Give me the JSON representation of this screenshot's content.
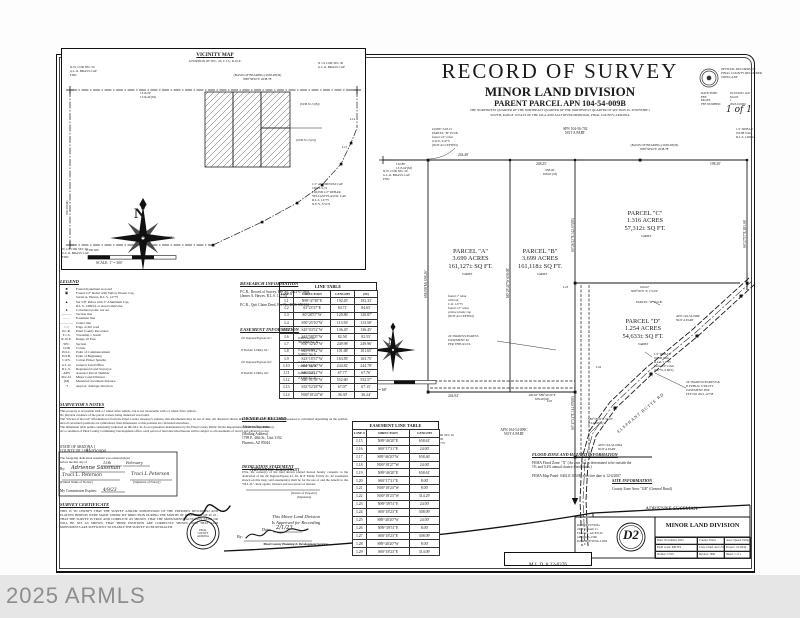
{
  "colors": {
    "ink": "#1a1a1a",
    "paper": "#ffffff",
    "watermark_gray": "#8d8d8d"
  },
  "watermark": "2025 ARMLS",
  "header": {
    "title": "RECORD OF SURVEY",
    "subtitle": "MINOR LAND DIVISION",
    "parent_parcel": "PARENT PARCEL APN 104-54-009B",
    "legal1": "THE NORTHWEST QUARTER OF THE NORTHEAST QUARTER OF THE NORTHWEST QUARTER OF SECTION 26, TOWNSHIP 1",
    "legal2": "SOUTH, RANGE 10 EAST OF THE GILA AND SALT RIVER MERIDIAN, PINAL COUNTY, ARIZONA"
  },
  "stamp": {
    "org": "OFFICIAL RECORDS OF\nPINAL COUNTY RECORDER\nTONI LANE",
    "rows": [
      [
        "DATE/TIME:",
        "02/03/2023 1447"
      ],
      [
        "FEE:",
        "$24.00"
      ],
      [
        "PAGES:",
        "1"
      ],
      [
        "FEE NUMBER:",
        "2023-011892"
      ]
    ],
    "handwritten": "1 of 1"
  },
  "vicinity": {
    "title": "VICINITY MAP",
    "subtitle": "A PORTION OF SEC. 26, T.1.S., R.10.E.",
    "north_letter": "N",
    "scale_ticks": "0        300       600",
    "scale": "SCALE: 1\" = 300'",
    "labels": {
      "nw_cor": "N.W. COR SEC 26\nG.L.O. BRASS CAP\nFND",
      "basis": "(BASIS OF BEARING)  2638.48'(M)\nN89°58'26\"E   2638.78'",
      "n_quarter": "N 1/4 COR SEC 26\nG.L.O. BRASS CAP",
      "dim_top": "1316.20'\n1316.44'(M)",
      "sub_b": "(SUB 32-3 (B))",
      "sub_d": "(SUB 32-3 (D))",
      "dim_bottom": "1316.20'   S89°54'14\"W   1316.44'(M)",
      "w_cor": "W 1/4 COR SEC 26\nG.L.O. BRASS CAP\nFND",
      "alum_cap": "1.5\" ALUMINUM CAP\nCRE-LS-72\nFOUND 1/2\" REBAR\nYELLOW PLASTIC CAP\nR.L.S. 12775\nN.E.'S, S.W.'S",
      "l14": "L14",
      "l13": "L13",
      "rot_left": "660.30'(M)"
    }
  },
  "map": {
    "north_letter": "N",
    "scale": "SCALE:  1\" = 60'",
    "scale_ticks": "0      60     120",
    "labels": {
      "apn_top": "APN 104-56-702\nNOT A PART",
      "nw_cor": "N.W. COR SEC 26\nG.L.O. BRASS CAP\nFND",
      "dim_130": "130.88'\n1313.62'(M)",
      "pob_b": "#16587 24.8.15\nPARCEL \"B\" P.O.B.\nfound 1/2\" rebar\n0.31'E, 0.47'S\n(NOT ACCEPTED)",
      "basis": "(BASIS OF BEARING)  2638.48'(M)\nN89°58'26\"E  2638.78'",
      "rebar_ne": "1/2\" REBAR\nWITH TAG\nR.L.S. 14891A",
      "dim_24448": "244.48'",
      "dim_24825": "248.25'",
      "dim_658": "658.46'\n658.61'(M)",
      "dim_19820": "198.20'",
      "parcel_a": "PARCEL \"A\"\n3.699 ACRES\n161,127± SQ FT.",
      "parcel_b": "PARCEL \"B\"\n3.699 ACRES\n161,118± SQ FT.",
      "parcel_c": "PARCEL \"C\"\n1.316 ACRES\n57,312± SQ FT.",
      "parcel_d": "PARCEL \"D\"\n1.254 ACRES\n54,633± SQ FT.",
      "varies": "VARIES",
      "apn_009e": "APN 104-54-009E\nNOT A PART",
      "apn_009c": "APN 104-54-009C\nNOT A PART",
      "apn_009a": "APN 104-54-009A\nNOT A PART",
      "pob_d": "PARCEL \"D\" P.O.B.",
      "dim_174": "166.02'\nN89°39'51\"E  174.02'",
      "ease_fee": "24' INGRESS/EGRESS &\n8' PUBLIC UTILITY\nEASEMENT PER\nFEE NO 2021-12758",
      "ease2": "24' INGRESS/EGRESS\nEASEMENT #2\nPER THIS R.O.S.",
      "road": "ELEPHANT BUTTE RD",
      "mon_cluster": "found 1\" rebar\nwith tag\nC.O. 12775\nfound 1.5\" rebar\nyellow plastic cap\n(NOT ACCEPTED)",
      "mon_d": "1/2\" REBAR\nWITH TAG\nR.L.S. 12775\n(bent 1/2\" rebar\n0.47'W, 0.86'S)",
      "w_cor": "W 1/4 COR SEC 26\nC.P.S. FND\nR.L.S. 12775",
      "dim_24494": "244.94'",
      "dim_40002": "400.02'   N89°46'20\"E\n658.46'(M)",
      "rot_a": "658.08'(M)  658.26'",
      "rot_ab": "N0°25'40\"W  658.08'",
      "rot_bc": "S0°26'43\"E  342.03'(M)",
      "rot_bd": "S0°17'31\"E  314.09'(M)",
      "rot_right": "S0°27'57\"E  283.06'",
      "tie": "S89°58'32\"E  50.03'\n(124.09'(M))",
      "l23": "L23",
      "l24": "L24",
      "l25": "L25"
    }
  },
  "line_table": {
    "title": "LINE TABLE",
    "rows": [
      [
        "LINE #",
        "DIRECTION",
        "LENGTH",
        "(M)"
      ],
      [
        "L1",
        "N89°47'49\"E",
        "192.45'",
        "192.33'"
      ],
      [
        "L2",
        "S3°23'57\"E",
        "84.71'",
        "84.65'"
      ],
      [
        "L3",
        "S0°28'57\"W",
        "120.86'",
        "120.87'"
      ],
      [
        "L4",
        "S50°25'10\"W",
        "113.56'",
        "113.58'"
      ],
      [
        "L5",
        "S45°03'52\"W",
        "136.45'",
        "136.45'"
      ],
      [
        "L6",
        "S44°58'05\"W",
        "82.56'",
        "82.55'"
      ],
      [
        "L7",
        "S50°52'20\"W",
        "249.98'",
        "249.96'"
      ],
      [
        "L8",
        "S43°19'32\"W",
        "101.68'",
        "101.65'"
      ],
      [
        "L9",
        "S23°18'37\"W",
        "163.83'",
        "163.75'"
      ],
      [
        "L10",
        "S54°56'00\"W",
        "244.82'",
        "244.78'"
      ],
      [
        "L11",
        "S46°52'12\"W",
        "67.77'",
        "67.76'"
      ],
      [
        "L12",
        "S46°01'58\"W",
        "552.60'",
        "552.57'"
      ],
      [
        "L13",
        "S33°52'28\"W",
        "67.07'",
        "67.15'"
      ],
      [
        "L14",
        "N00°18'24\"W",
        "36.30'",
        "36.24'"
      ]
    ]
  },
  "easement_table": {
    "title": "EASEMENT LINE TABLE",
    "rows": [
      [
        "LINE #",
        "DIRECTION",
        "LENGTH"
      ],
      [
        "L15",
        "N89°46'20\"E",
        "658.61'"
      ],
      [
        "L16",
        "S00°17'31\"E",
        "24.00'"
      ],
      [
        "L17",
        "S89°46'20\"W",
        "658.46'"
      ],
      [
        "L18",
        "N00°18'27\"W",
        "24.00'"
      ],
      [
        "L19",
        "N89°46'20\"E",
        "658.61'"
      ],
      [
        "L20",
        "S00°17'31\"E",
        "8.00'"
      ],
      [
        "L21",
        "N00°18'24\"W",
        "8.00'"
      ],
      [
        "L22",
        "N00°18'23\"W",
        "314.29'"
      ],
      [
        "L23",
        "N89°39'51\"E",
        "24.00'"
      ],
      [
        "L24",
        "S00°18'23\"E",
        "308.09'"
      ],
      [
        "L25",
        "S89°40'20\"W",
        "24.00'"
      ],
      [
        "L26",
        "N89°39'51\"E",
        "8.00'"
      ],
      [
        "L27",
        "S00°18'23\"E",
        "308.09'"
      ],
      [
        "L28",
        "S89°40'20\"W",
        "8.00'"
      ],
      [
        "L29",
        "S00°18'23\"E",
        "314.09'"
      ]
    ]
  },
  "legend": {
    "title": "LEGEND",
    "rows": [
      [
        "■",
        "Found monument as noted"
      ],
      [
        "▣",
        "Found 1/2\" Rebar with Yellow Plastic Cap,\nGlenn A. Hawes, R.L.S. 12775"
      ],
      [
        "▲",
        "Set 5/8\" Rebar with 2\" Aluminum Cap,\nR.L.S. 14891A or noted otherwise"
      ],
      [
        "●",
        "Calculated point, not set"
      ],
      [
        "———",
        "Section line"
      ],
      [
        "– – –",
        "Easement line"
      ],
      [
        "—·—·—",
        "Center line"
      ],
      [
        "~~~",
        "Edge of dirt road"
      ],
      [
        "P.C.R.",
        "Pinal County Recorders"
      ],
      [
        "T.1.S.",
        "Township 1 South"
      ],
      [
        "R.10.E.",
        "Range 10 East"
      ],
      [
        "SEC",
        "Section"
      ],
      [
        "COR",
        "Corner"
      ],
      [
        "P.O.C.",
        "Point of Commencement"
      ],
      [
        "P.O.B.",
        "Point of Beginning"
      ],
      [
        "C.P.S.",
        "Cotton Picker Spindle"
      ],
      [
        "G.L.O.",
        "General Land Office"
      ],
      [
        "R.L.S.",
        "Registered Land Surveyor"
      ],
      [
        "APN",
        "Assessor Parcel Number"
      ],
      [
        "M.L.D.",
        "Minor Land Division"
      ],
      [
        "(M)",
        "Measured document distance"
      ],
      [
        "⇢",
        "Approx. drainage direction"
      ]
    ]
  },
  "research": {
    "title": "RESEARCH INFORMATION",
    "item1": "P.C.R., Record of Survey, Fee No. 2022-073664,\n(James A. Hawes, R.L.S. 12775)",
    "item2": "P.C.R., Quit Claim Deed, Fee No. 2016-050134"
  },
  "easement_info": {
    "title": "EASEMENT INFORMATION",
    "rows": [
      [
        "24' Ingress/Egress #1:",
        "0.905 Acres\n39,406± Sq. ft"
      ],
      [
        "8' Public Utility #1:",
        "0.121 Acres\n5,280± Sq. ft"
      ],
      [
        "24' Ingress/Egress #2:",
        "0.173 Acres\n7,536± Sq. ft"
      ],
      [
        "8' Public Utility #2:",
        "0.056 Acres\n2,449± Sq. ft"
      ]
    ]
  },
  "notes": {
    "title": "SURVEYOR'S NOTES",
    "body": "This property is accessible with a 2 wheel drive vehicle, but is not traversable with a 2 wheel drive vehicle.\nNo physical evidence of the parcel corners being disturbed was found.\nThe \"Owner of Record\" information is from the Pinal County Assessor's website; this information may be out of date. All distances shown that are out of record file are either measured or calculated depending on the symbol, and all calculated positions are symbolized, then dimensions to this position are calculated elsewhere.\nThe dimension table points consistently indicated on this M.L.D. do not guarantee maintenance by the Pinal County Public Works Department, (Pinal County, Arizona).\nAs a condition of Pinal County Community Development office, each parcel of land described hereon will be subject to all easements of record and physical access."
  },
  "notary": {
    "state": "STATE OF ARIZONA     }\nCOUNTY OF                 } SS",
    "county_hand": "Maricopa",
    "body": "The foregoing dedication easement was acknowledged\nbefore me this          day of",
    "day_hand": "13th",
    "month_hand": "February",
    "by_label": "By:",
    "by_hand": "Adrienne Sussman",
    "printed_hand": "Traci L. Peterson",
    "printed_label": "(Printed Name of Notary)",
    "sig_hand": "Traci L Peterson",
    "sig_label": "(Signature of Notary)",
    "commission": "My Commission Expires:",
    "commission_hand": "4/9/23"
  },
  "certificate": {
    "title": "SURVEY CERTIFICATE",
    "body": "THIS IS TO CERTIFY THAT THE SURVEY AND/OR SUBDIVISION OF THE PREMISES DESCRIBED AND PLATTED HEREON WERE MADE UNDER MY DIRECTION DURING THE MONTH OF  DECEMBER  OF 20 22 , THAT THE SURVEY IS TRUE AND COMPLETE AS SHOWN, THAT THE MONUMENTS ACTUALLY EXIST OR WILL BE SET AS SHOWN, THAT THEIR POSITIONS ARE CORRECTLY SHOWN, AND THAT SAID MONUMENTS ARE SUFFICIENT TO ENABLE THE SURVEY TO BE RETRACED."
  },
  "owner": {
    "title": "OWNER OF RECORD",
    "name": "Adrienne Sussman",
    "address": "(Mailing Address)\n1789 E. 48th St., Unit 3102\nPhoenix, AZ 85044"
  },
  "dedication": {
    "title": "DEDICATION STATEMENT",
    "body": "I/We, the owner(s) of the land shown platted hereon hereby consents to the dedication of the 24' Ingress/Egress #1, #2, & 8' Public Utility #1, #2 easements shown on this map; said easement(s) shall be for the use of and the benefit to the \"M.L.D.\", their agents, invitees and successors of interest.",
    "sig_hand": "Adrienne Sussman",
    "sig_label": "(Owner of Property)\n(Signature)"
  },
  "flood": {
    "title": "FLOOD ZONE AND HAZARD INFORMATION",
    "line1": "FEMA Flood Zone: \"X\" (An area that is determined to be outside the\n1% and 0.2% annual chance floodplains.)",
    "line2": "FEMA Map Panel: 04021C1650E, effective date is 12/4/2007"
  },
  "site": {
    "title": "SITE INFORMATION",
    "line1": "County Zone Area: \"GR\" (General Rural)"
  },
  "approval": {
    "line1": "This Minor Land Division\nIs Approved for Recording",
    "date_label": "Date:",
    "date_hand": "2/1/23",
    "by_label": "By:",
    "agency": "Pinal County Planning & Development Services",
    "seal_text": "PINAL\nCOUNTY\nARIZONA"
  },
  "titleblock": {
    "client": "ADRIENNE SUSSMAN",
    "project": "MINOR LAND DIVISION",
    "grid": [
      [
        "Date: November 2022",
        "County: Pinal",
        "Area: Queen Valley"
      ],
      [
        "Field work: RB/JTS",
        "Crew Chief: ACC/GnI",
        "Project: 10-0044"
      ],
      [
        "Drafter: CWS",
        "Review: JRD",
        "Sheet: 1 of 1"
      ]
    ],
    "mld_no": "M.L.D. # 22-0376"
  },
  "firm": {
    "info": "D2 SURVEYING\n2440 E. Gem Ct.\nFlorence, AZ 85132\n(480) 225-1360\nD2SURVEYING.COM",
    "logo": "D2"
  }
}
